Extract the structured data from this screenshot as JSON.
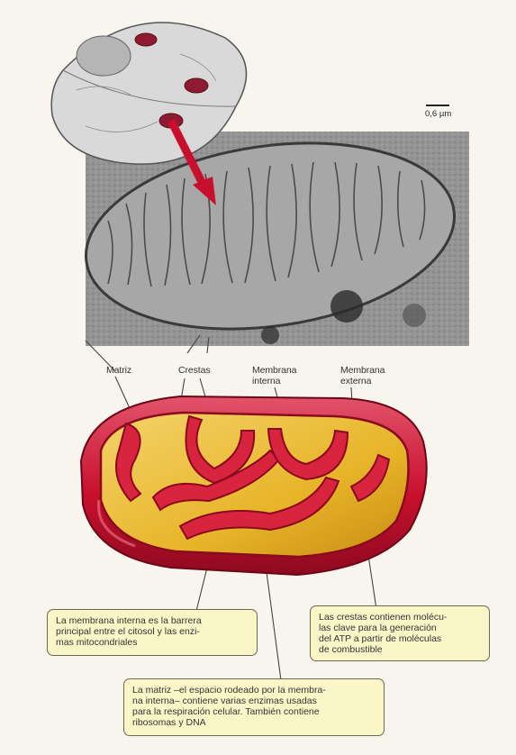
{
  "scale_label": "0,6 µm",
  "labels": {
    "matriz": "Matriz",
    "crestas": "Crestas",
    "membrana_interna": "Membrana\ninterna",
    "membrana_externa": "Membrana\nexterna"
  },
  "callouts": {
    "membrana_interna": "La membrana interna es la  barrera\nprincipal entre el citosol y las enzi-\nmas mitocondriales",
    "crestas": "Las crestas contienen molécu-\nlas clave para la generación\ndel ATP a partir de moléculas\nde combustible",
    "matriz": "La matriz –el espacio rodeado por la membra-\nna interna– contiene varias enzimas usadas\npara la respiración celular. También contiene\nribosomas y DNA"
  },
  "colors": {
    "outer_membrane": "#c8102e",
    "matrix": "#e8b52a",
    "callout_fill": "#fbf6c8"
  }
}
